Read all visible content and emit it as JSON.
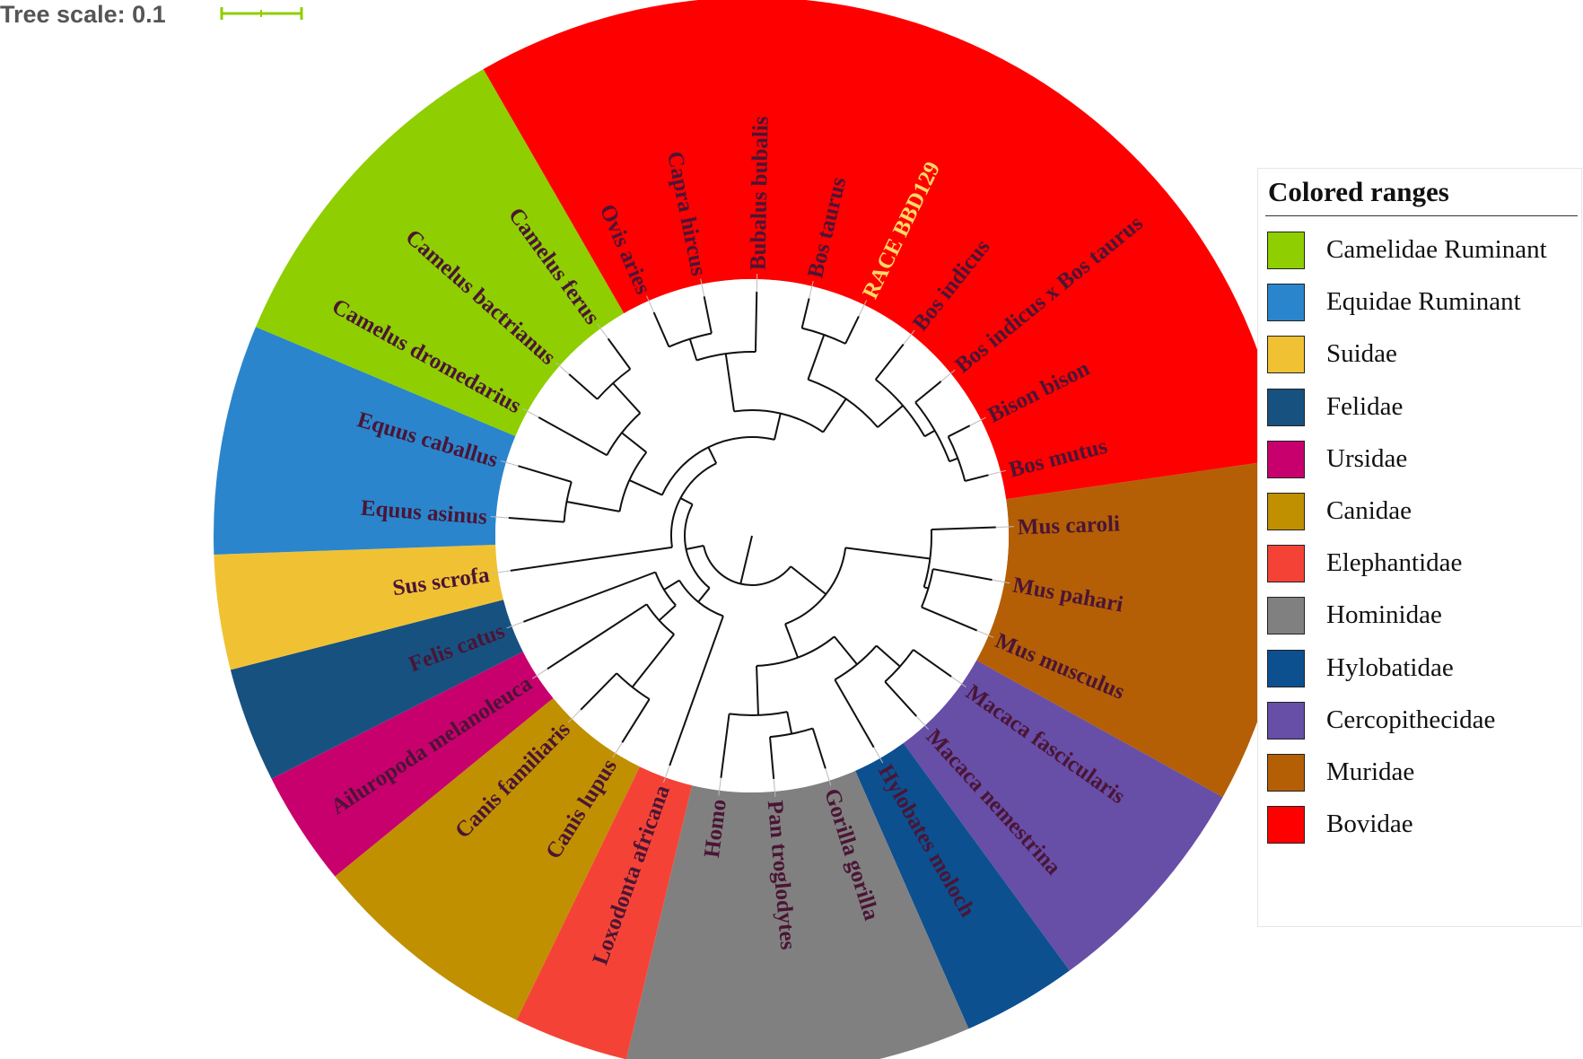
{
  "tree_scale": {
    "label": "Tree scale: 0.1",
    "color": "#8fce00"
  },
  "legend": {
    "title": "Colored ranges",
    "items": [
      {
        "label": "Camelidae Ruminant",
        "color": "#8fce00"
      },
      {
        "label": "Equidae Ruminant",
        "color": "#2a85cc"
      },
      {
        "label": "Suidae",
        "color": "#f0c233"
      },
      {
        "label": "Felidae",
        "color": "#175180"
      },
      {
        "label": "Ursidae",
        "color": "#c8006e"
      },
      {
        "label": "Canidae",
        "color": "#c09000"
      },
      {
        "label": "Elephantidae",
        "color": "#f44336"
      },
      {
        "label": "Hominidae",
        "color": "#808080"
      },
      {
        "label": "Hylobatidae",
        "color": "#0c5090"
      },
      {
        "label": "Cercopithecidae",
        "color": "#674ea7"
      },
      {
        "label": "Muridae",
        "color": "#b45f06"
      },
      {
        "label": "Bovidae",
        "color": "#ff0000"
      }
    ]
  },
  "taxa": [
    {
      "name": "Mus caroli",
      "range": "Muridae"
    },
    {
      "name": "Mus pahari",
      "range": "Muridae"
    },
    {
      "name": "Mus musculus",
      "range": "Muridae"
    },
    {
      "name": "Macaca fascicularis",
      "range": "Cercopithecidae"
    },
    {
      "name": "Macaca nemestrina",
      "range": "Cercopithecidae"
    },
    {
      "name": "Hylobates moloch",
      "range": "Hylobatidae"
    },
    {
      "name": "Gorilla gorilla",
      "range": "Hominidae"
    },
    {
      "name": "Pan troglodytes",
      "range": "Hominidae"
    },
    {
      "name": "Homo",
      "range": "Hominidae"
    },
    {
      "name": "Loxodonta africana",
      "range": "Elephantidae"
    },
    {
      "name": "Canis lupus",
      "range": "Canidae"
    },
    {
      "name": "Canis familiaris",
      "range": "Canidae"
    },
    {
      "name": "Ailuropoda melanoleuca",
      "range": "Ursidae"
    },
    {
      "name": "Felis catus",
      "range": "Felidae"
    },
    {
      "name": "Sus scrofa",
      "range": "Suidae"
    },
    {
      "name": "Equus asinus",
      "range": "Equidae Ruminant"
    },
    {
      "name": "Equus caballus",
      "range": "Equidae Ruminant"
    },
    {
      "name": "Camelus dromedarius",
      "range": "Camelidae Ruminant"
    },
    {
      "name": "Camelus bactrianus",
      "range": "Camelidae Ruminant"
    },
    {
      "name": "Camelus ferus",
      "range": "Camelidae Ruminant"
    },
    {
      "name": "Ovis aries",
      "range": "Bovidae"
    },
    {
      "name": "Capra hircus",
      "range": "Bovidae"
    },
    {
      "name": "Bubalus bubalis",
      "range": "Bovidae"
    },
    {
      "name": "Bos taurus",
      "range": "Bovidae"
    },
    {
      "name": "RACE BBD129",
      "range": "Bovidae",
      "highlight": "#ffd966"
    },
    {
      "name": "Bos indicus",
      "range": "Bovidae"
    },
    {
      "name": "Bos indicus x Bos taurus",
      "range": "Bovidae"
    },
    {
      "name": "Bison bison",
      "range": "Bovidae"
    },
    {
      "name": "Bos mutus",
      "range": "Bovidae"
    }
  ],
  "label_color": "#4a1535"
}
